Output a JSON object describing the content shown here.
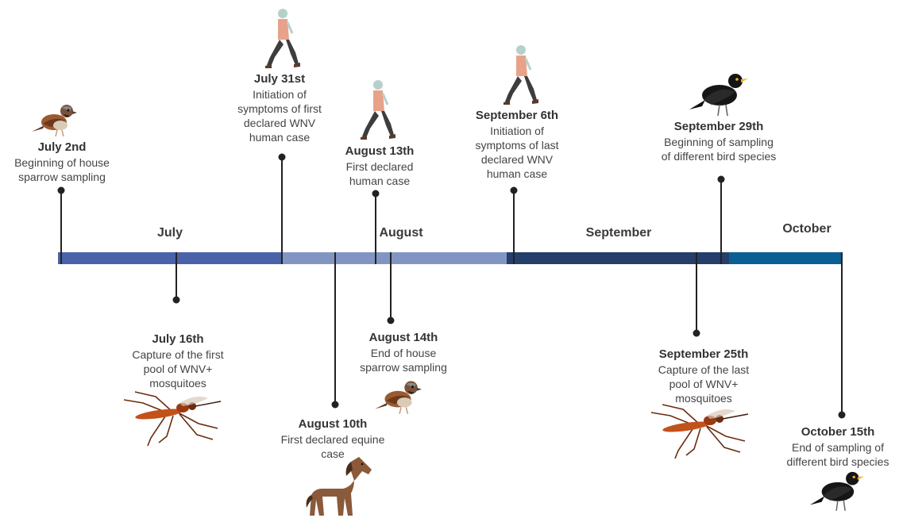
{
  "months": [
    {
      "id": "july",
      "label": "July",
      "color": "#4a62a8"
    },
    {
      "id": "august",
      "label": "August",
      "color": "#8295c2"
    },
    {
      "id": "september",
      "label": "September",
      "color": "#253e6a"
    },
    {
      "id": "october",
      "label": "October",
      "color": "#0a5f93"
    }
  ],
  "events": [
    {
      "id": "jul02",
      "date": "July 2nd",
      "desc": [
        "Beginning of house",
        "sparrow sampling"
      ],
      "icon": "sparrow-icon"
    },
    {
      "id": "jul16",
      "date": "July 16th",
      "desc": [
        "Capture of the first",
        "pool of WNV+",
        "mosquitoes"
      ],
      "icon": "mosquito-icon"
    },
    {
      "id": "jul31",
      "date": "July 31st",
      "desc": [
        "Initiation of",
        "symptoms of first",
        "declared WNV",
        "human case"
      ],
      "icon": "walking-person-icon"
    },
    {
      "id": "aug10",
      "date": "August 10th",
      "desc": [
        "First declared equine",
        "case"
      ],
      "icon": "horse-icon"
    },
    {
      "id": "aug13",
      "date": "August 13th",
      "desc": [
        "First declared",
        "human case"
      ],
      "icon": "walking-person-icon"
    },
    {
      "id": "aug14",
      "date": "August 14th",
      "desc": [
        "End of house",
        "sparrow sampling"
      ],
      "icon": "sparrow-icon"
    },
    {
      "id": "sep06",
      "date": "September 6th",
      "desc": [
        "Initiation of",
        "symptoms of last",
        "declared WNV",
        "human case"
      ],
      "icon": "walking-person-icon"
    },
    {
      "id": "sep25",
      "date": "September 25th",
      "desc": [
        "Capture of the last",
        "pool of WNV+",
        "mosquitoes"
      ],
      "icon": "mosquito-icon"
    },
    {
      "id": "sep29",
      "date": "September 29th",
      "desc": [
        "Beginning of  sampling",
        "of different bird species"
      ],
      "icon": "blackbird-icon"
    },
    {
      "id": "oct15",
      "date": "October 15th",
      "desc": [
        "End of  sampling of",
        "different bird species"
      ],
      "icon": "blackbird-icon"
    }
  ]
}
